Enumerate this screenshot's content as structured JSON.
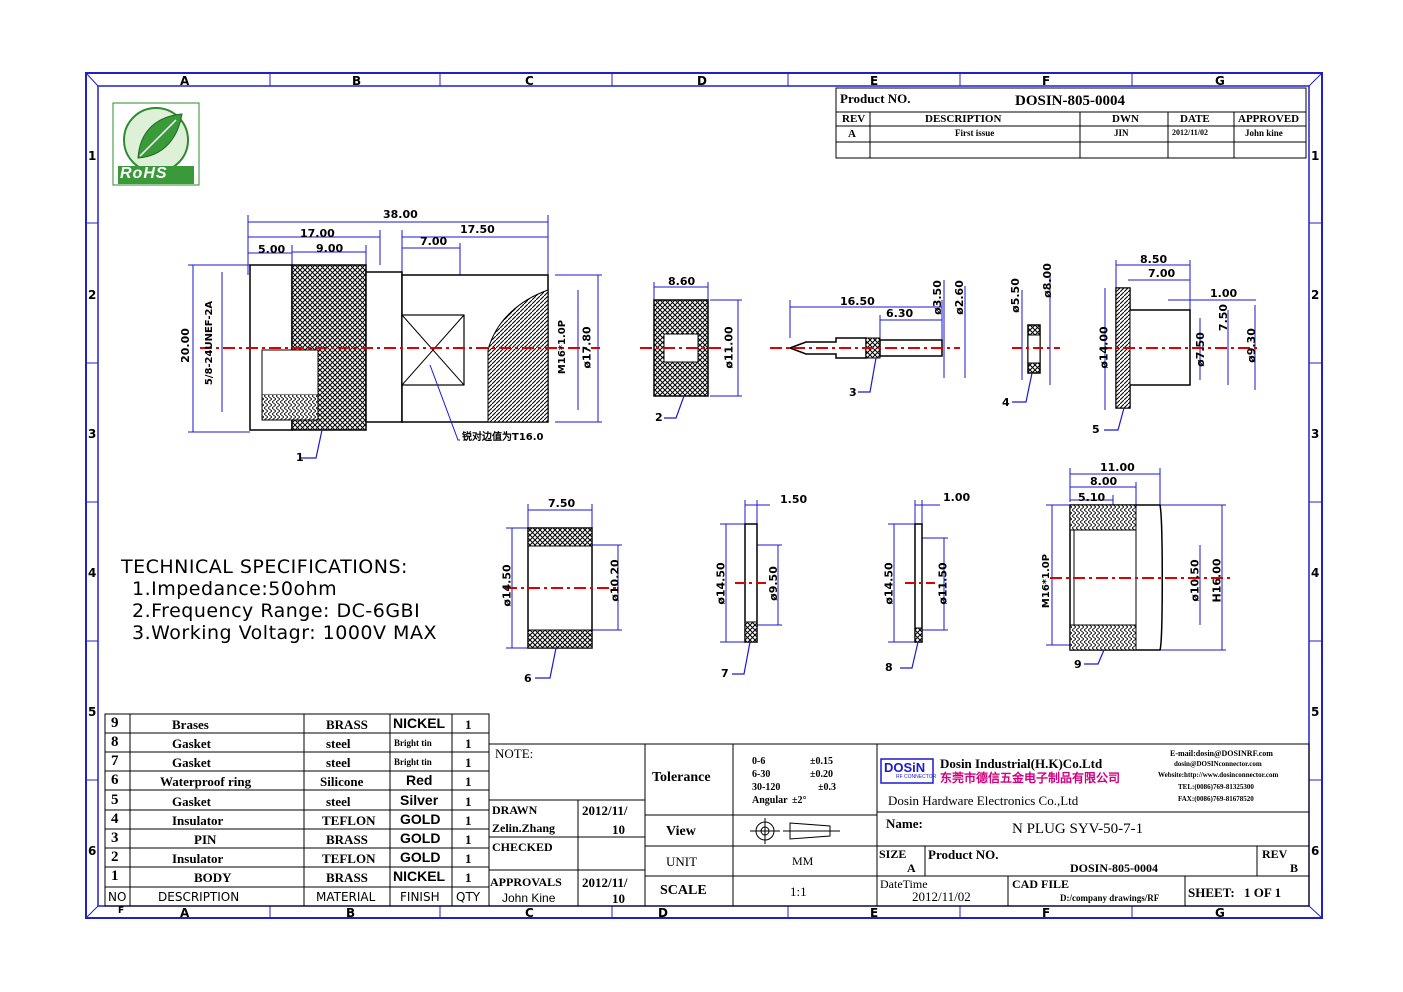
{
  "zones": {
    "columns": [
      "A",
      "B",
      "C",
      "D",
      "E",
      "F",
      "G"
    ],
    "rows": [
      "1",
      "2",
      "3",
      "4",
      "5",
      "6"
    ],
    "bottom_first_col": "F"
  },
  "logo": {
    "text": "RoHS"
  },
  "revision_block": {
    "product_no_label": "Product NO.",
    "product_no": "DOSIN-805-0004",
    "headers": [
      "REV",
      "DESCRIPTION",
      "DWN",
      "DATE",
      "APPROVED"
    ],
    "row": [
      "A",
      "First issue",
      "JIN",
      "2012/11/02",
      "John kine"
    ]
  },
  "dimensions": {
    "body_total": "38.00",
    "body_left": "17.00",
    "body_right": "17.50",
    "knurl": "9.00",
    "front": "5.00",
    "hex": "7.00",
    "overall_height": "20.00",
    "thread": "5/8-24UNEF-2A",
    "m16": "M16*1.0P",
    "dia_17_80": "ø17.80",
    "hex_note": "锐对边值为T16.0",
    "p2_width": "8.60",
    "p2_dia": "ø11.00",
    "pin_len": "16.50",
    "pin_short": "6.30",
    "pin_d1": "ø3.50",
    "pin_d2": "ø2.60",
    "p4_d1": "ø5.50",
    "p4_d2": "ø8.00",
    "p5_w1": "8.50",
    "p5_w2": "7.00",
    "p5_step": "1.00",
    "p5_d14": "ø14.00",
    "p5_d750": "ø7.50",
    "p5_750": "7.50",
    "p5_d930": "ø9.30",
    "p6_w": "7.50",
    "p6_d1": "ø14.50",
    "p6_d2": "ø10.20",
    "p7_w": "1.50",
    "p7_d1": "ø14.50",
    "p7_d2": "ø9.50",
    "p8_w": "1.00",
    "p8_d1": "ø14.50",
    "p8_d2": "ø11.50",
    "p9_w1": "11.00",
    "p9_w2": "8.00",
    "p9_w3": "5.10",
    "p9_thread": "M16*1.0P",
    "p9_d1": "ø10.50",
    "p9_h": "H16.00"
  },
  "balloons": [
    "1",
    "2",
    "3",
    "4",
    "5",
    "6",
    "7",
    "8",
    "9"
  ],
  "tech_specs": {
    "title": "TECHNICAL SPECIFICATIONS:",
    "lines": [
      "1.Impedance:50ohm",
      "2.Frequency Range: DC-6GBI",
      "3.Working Voltagr: 1000V MAX"
    ]
  },
  "bom": {
    "headers": [
      "NO",
      "DESCRIPTION",
      "MATERIAL",
      "FINISH",
      "QTY"
    ],
    "rows": [
      [
        "9",
        "Brases",
        "BRASS",
        "NICKEL",
        "1"
      ],
      [
        "8",
        "Gasket",
        "steel",
        "Bright tin",
        "1"
      ],
      [
        "7",
        "Gasket",
        "steel",
        "Bright tin",
        "1"
      ],
      [
        "6",
        "Waterproof ring",
        "Silicone",
        "Red",
        "1"
      ],
      [
        "5",
        "Gasket",
        "steel",
        "Silver",
        "1"
      ],
      [
        "4",
        "Insulator",
        "TEFLON",
        "GOLD",
        "1"
      ],
      [
        "3",
        "PIN",
        "BRASS",
        "GOLD",
        "1"
      ],
      [
        "2",
        "Insulator",
        "TEFLON",
        "GOLD",
        "1"
      ],
      [
        "1",
        "BODY",
        "BRASS",
        "NICKEL",
        "1"
      ]
    ]
  },
  "title_block": {
    "note_label": "NOTE:",
    "drawn_label": "DRAWN",
    "drawn_name": "Zelin.Zhang",
    "drawn_date_a": "2012/11/",
    "drawn_date_b": "10",
    "checked_label": "CHECKED",
    "approvals_label": "APPROVALS",
    "approvals_name": "John Kine",
    "approvals_date_a": "2012/11/",
    "approvals_date_b": "10",
    "tolerance_label": "Tolerance",
    "tolerances": [
      [
        "0-6",
        "±0.15"
      ],
      [
        "6-30",
        "±0.20"
      ],
      [
        "30-120",
        "±0.3"
      ],
      [
        "Angular",
        "±2°"
      ]
    ],
    "view_label": "View",
    "unit_label": "UNIT",
    "unit_value": "MM",
    "scale_label": "SCALE",
    "scale_value": "1:1",
    "company_logo": "DOSiN",
    "company_logo_sub": "RF CONNECTOR",
    "company_name": "Dosin Industrial(H.K)Co.Ltd",
    "company_cn": "东莞市德信五金电子制品有限公司",
    "company_en2": "Dosin Hardware Electronics Co.,Ltd",
    "contact": [
      "E-mail:dosin@DOSINRF.com",
      "dosin@DOSINconnector.com",
      "Website:http://www.dosinconnector.com",
      "TEL:(0086)769-81325300",
      "FAX:(0086)769-81678520"
    ],
    "name_label": "Name:",
    "name_value": "N PLUG SYV-50-7-1",
    "size_label": "SIZE",
    "size_value": "A",
    "product_no_label": "Product NO.",
    "product_no": "DOSIN-805-0004",
    "rev_label": "REV",
    "rev_value": "B",
    "datetime_label": "DateTime",
    "datetime_value": "2012/11/02",
    "cad_label": "CAD FILE",
    "cad_value": "D:/company drawings/RF",
    "sheet_label": "SHEET:",
    "sheet_value": "1 OF 1"
  },
  "colors": {
    "frame": "#2020c8",
    "dim": "#1a1ad0",
    "center": "#e00000",
    "line": "#000000",
    "accent": "#d0007f"
  }
}
